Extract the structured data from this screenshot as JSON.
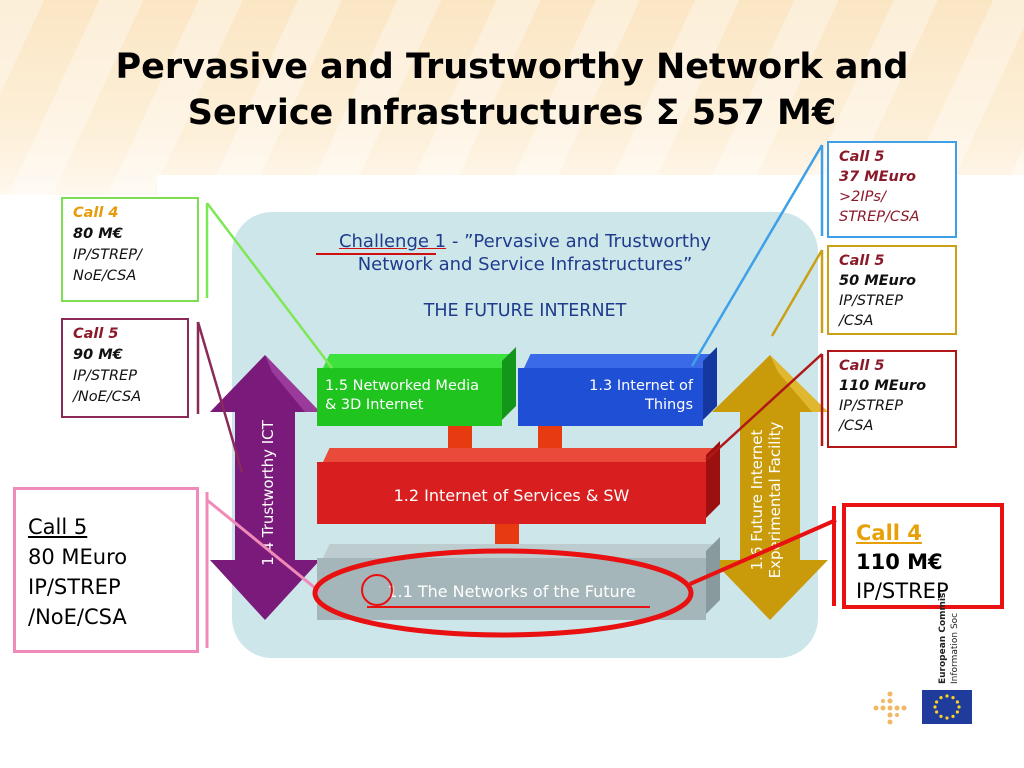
{
  "title": {
    "line1": "Pervasive and Trustworthy Network and",
    "line2": "Service Infrastructures Σ 557 M€"
  },
  "challenge": {
    "label": "Challenge 1",
    "rest_line1": " - ”Pervasive and Trustworthy",
    "line2": "Network and Service Infrastructures”",
    "subtitle": "THE FUTURE INTERNET"
  },
  "boxes": {
    "b15": {
      "line1": "1.5 Networked Media",
      "line2": "& 3D Internet"
    },
    "b13": {
      "line1": "1.3 Internet of",
      "line2": "Things"
    },
    "b12": "1.2 Internet of Services & SW",
    "b11": "1.1 The Networks of the Future",
    "b14": "1.4 Trustworthy ICT",
    "b16": {
      "line1": "1.6 Future Internet",
      "line2": "Experimental Facility"
    }
  },
  "calls": {
    "top_left": {
      "call": "Call 4",
      "amount": "80 M€",
      "type_line1": "IP/STREP/",
      "type_line2": "NoE/CSA"
    },
    "mid_left": {
      "call": "Call 5",
      "amount": "90 M€",
      "type_line1": "IP/STREP",
      "type_line2": "/NoE/CSA"
    },
    "bottom_left": {
      "call": "Call 5",
      "amount": "80 MEuro",
      "type_line1": "IP/STREP",
      "type_line2": "/NoE/CSA"
    },
    "right_1": {
      "call": "Call 5",
      "amount": "37 MEuro",
      "type_line1": ">2IPs/",
      "type_line2": "STREP/CSA"
    },
    "right_2": {
      "call": "Call 5",
      "amount": "50 MEuro",
      "type_line1": "IP/STREP",
      "type_line2": "/CSA"
    },
    "right_3": {
      "call": "Call 5",
      "amount": "110 MEuro",
      "type_line1": "IP/STREP",
      "type_line2": "/CSA"
    },
    "bottom_right": {
      "call": "Call 4",
      "amount": "110 M€",
      "type_line1": "IP/STREP"
    }
  },
  "logo": {
    "line1": "European Commis",
    "line2": "Information Soc"
  },
  "colors": {
    "green": "#1fc41f",
    "blue": "#1f4fd4",
    "red": "#d81e1e",
    "grey": "#a4b6ba",
    "purple": "#7a1a7a",
    "gold": "#c99a0a",
    "highlight": "#e81010"
  }
}
